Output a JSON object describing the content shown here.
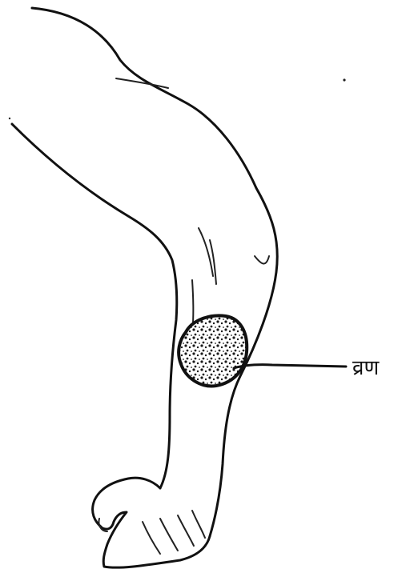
{
  "figure": {
    "subject": "arm-illustration",
    "callouts": [
      {
        "label": "व्रण",
        "target": "wound"
      }
    ]
  }
}
